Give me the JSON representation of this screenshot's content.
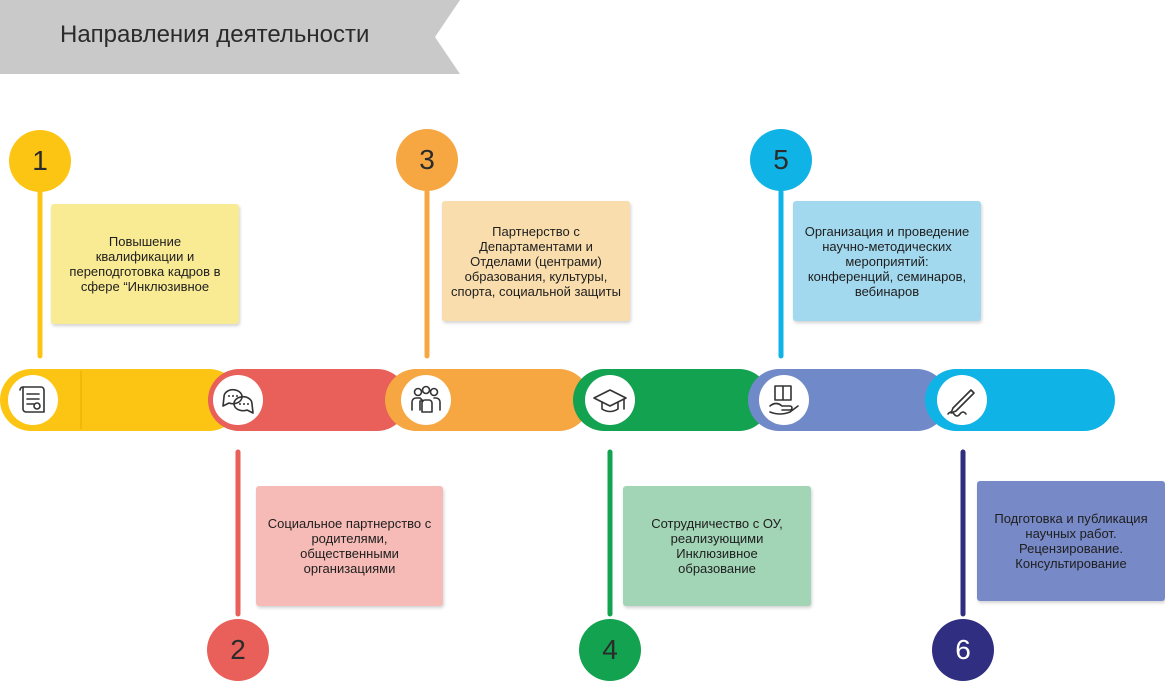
{
  "header": {
    "title": "Направления деятельности"
  },
  "colors": {
    "yellow": "#FDC513",
    "red": "#E95F5A",
    "orange": "#F6A742",
    "green": "#12A250",
    "periwinkle": "#7089C8",
    "cyan": "#10B3E5",
    "navy": "#2F2E80",
    "gray_ribbon": "#C9C9C9"
  },
  "steps": [
    {
      "number": "1",
      "text": "Повышение\nквалификации и\nпереподготовка кадров  в\nсфере “Инклюзивное",
      "icon": "certificate-icon"
    },
    {
      "number": "2",
      "text": "Социальное партнерство с\nродителями,\nобщественными\nорганизациями",
      "icon": "chat-bubbles-icon"
    },
    {
      "number": "3",
      "text": "Партнерство с\nДепартаментами и\nОтделами (центрами)\nобразования, культуры,\nспорта, социальной защиты",
      "icon": "people-group-icon"
    },
    {
      "number": "4",
      "text": "Сотрудничество с ОУ,\nреализующими\nИнклюзивное\nобразование",
      "icon": "graduation-cap-icon"
    },
    {
      "number": "5",
      "text": "Организация и проведение\nнаучно-методических\nмероприятий:\nконференций, семинаров,\nвебинаров",
      "icon": "open-book-hand-icon"
    },
    {
      "number": "6",
      "text": "Подготовка и публикация\nнаучных работ.\nРецензирование.\nКонсультирование",
      "icon": "pen-writing-icon"
    }
  ]
}
